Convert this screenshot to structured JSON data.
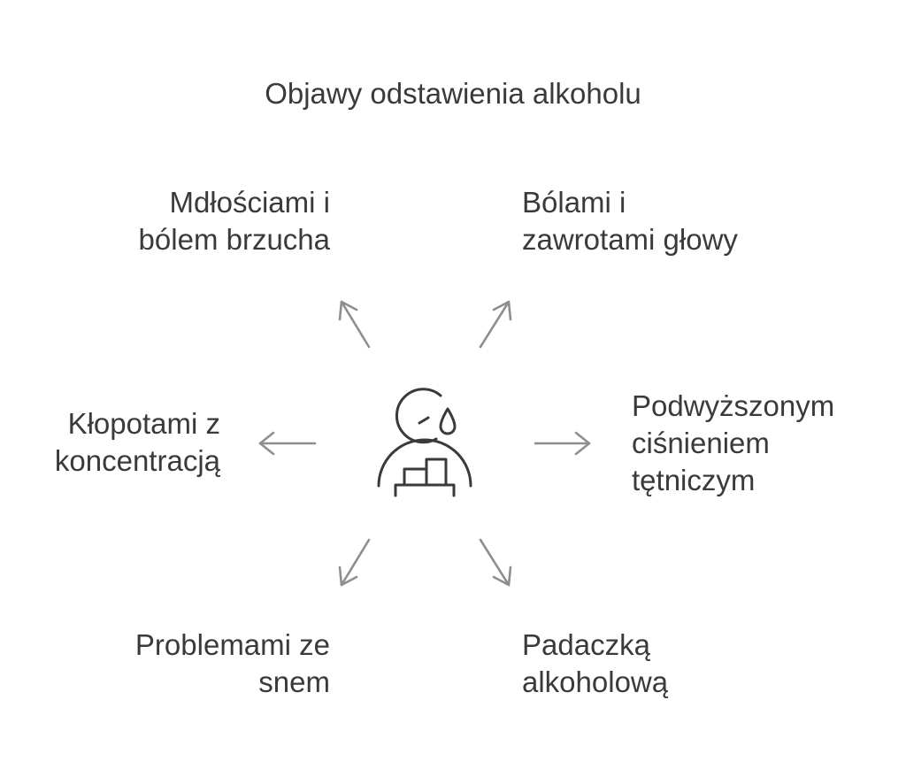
{
  "title": "Objawy odstawienia alkoholu",
  "center": {
    "icon": "sad-person-tear-icon"
  },
  "symptoms": {
    "top_left": {
      "lines": [
        "Mdłościami i",
        "bólem brzucha"
      ]
    },
    "top_right": {
      "lines": [
        "Bólami i",
        "zawrotami głowy"
      ]
    },
    "left": {
      "lines": [
        "Kłopotami z",
        "koncentracją"
      ]
    },
    "right": {
      "lines": [
        "Podwyższonym",
        "ciśnieniem",
        "tętniczym"
      ]
    },
    "bottom_left": {
      "lines": [
        "Problemami ze",
        "snem"
      ]
    },
    "bottom_right": {
      "lines": [
        "Padaczką",
        "alkoholową"
      ]
    }
  },
  "colors": {
    "text": "#3a3a3a",
    "arrow": "#8e8e8e",
    "background": "#ffffff"
  }
}
